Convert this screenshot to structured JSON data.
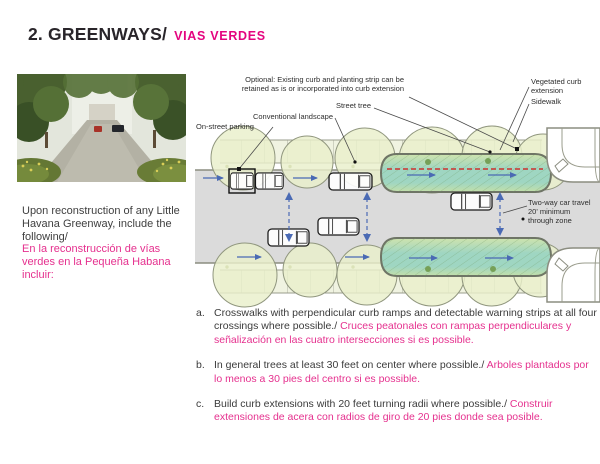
{
  "header": {
    "title": "2. GREENWAYS/",
    "subtitle": "VIAS VERDES"
  },
  "intro": {
    "en": "Upon reconstruction of any Little Havana Greenway, include the following/",
    "es": "En la reconstrucción de vías verdes en la Pequeña Habana incluir:"
  },
  "diagram": {
    "labels": {
      "optional": "Optional: Existing curb and planting strip can be retained as is or incorporated into curb extension",
      "street_tree": "Street tree",
      "conventional_landscape": "Conventional landscape",
      "on_street_parking": "On-street parking",
      "vegetated_curb_extension": "Vegetated curb extension",
      "sidewalk": "Sidewalk",
      "two_way": "Two-way car travel\n20' minimum\nthrough zone"
    }
  },
  "list": {
    "items": [
      {
        "marker": "a.",
        "en": "Crosswalks with perpendicular curb ramps and detectable warning strips at all four crossings where possible./ ",
        "es": "Cruces peatonales con rampas perpendiculares y señalización en las cuatro intersecciones si es possible."
      },
      {
        "marker": "b.",
        "en": "In general trees at least 30 feet on center where possible./ ",
        "es": "Arboles plantados por lo menos a 30 pies del centro si es possible."
      },
      {
        "marker": "c.",
        "en": "Build curb extensions with 20 feet turning radii where possible./ ",
        "es": "Construir extensiones de acera con radios de giro de 20 pies donde sea posible."
      }
    ]
  },
  "colors": {
    "accent_magenta": "#e4057f",
    "body_magenta": "#e5308e",
    "canopy_green": "#e9efcb",
    "extension_teal": "#9fd6c2",
    "road_gray": "#dbdbdb",
    "arrow_blue": "#4a6ab4",
    "dashed_red": "#c64a42"
  }
}
